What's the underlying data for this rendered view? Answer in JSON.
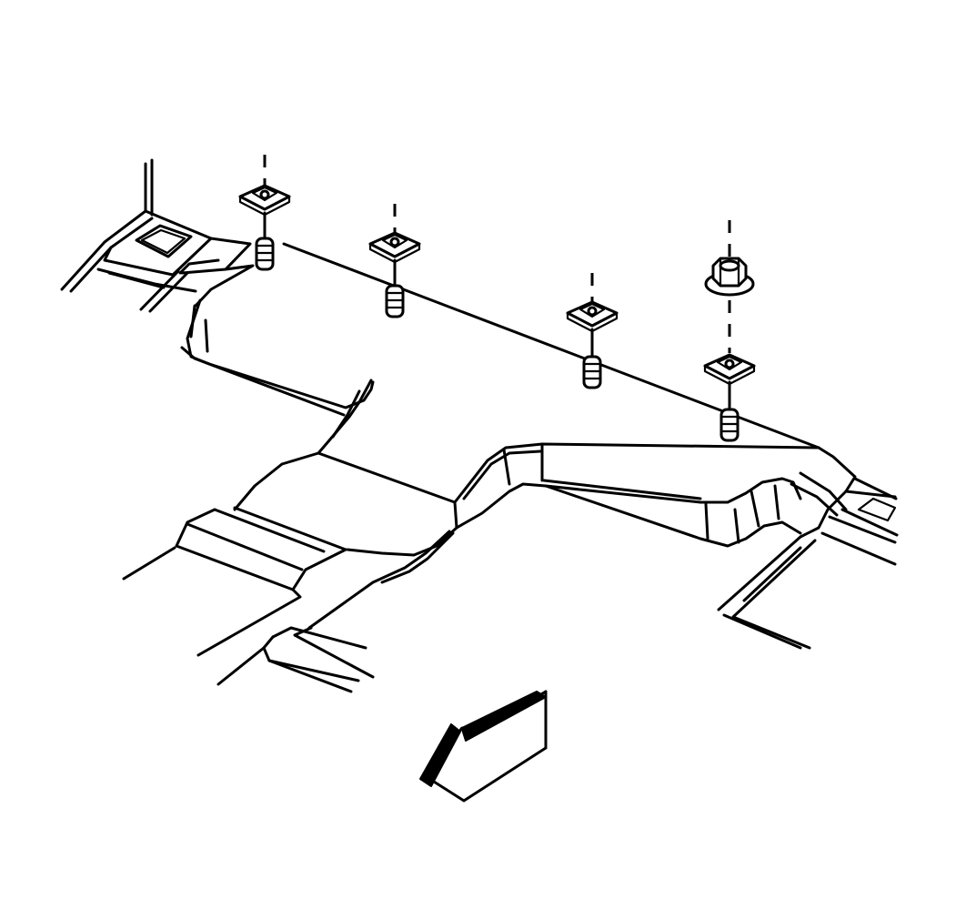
{
  "diagram": {
    "type": "exploded-assembly-illustration",
    "subject": "underbody-panel-fastener-installation",
    "fasteners": [
      {
        "part": "square-retainer",
        "stud": true
      },
      {
        "part": "square-retainer",
        "stud": true
      },
      {
        "part": "square-retainer",
        "stud": true
      },
      {
        "part": "flange-nut-and-square-retainer",
        "stud": true
      }
    ],
    "direction_indicator": {
      "icon": "front-direction-arrow-icon",
      "points": "forward-left"
    }
  }
}
